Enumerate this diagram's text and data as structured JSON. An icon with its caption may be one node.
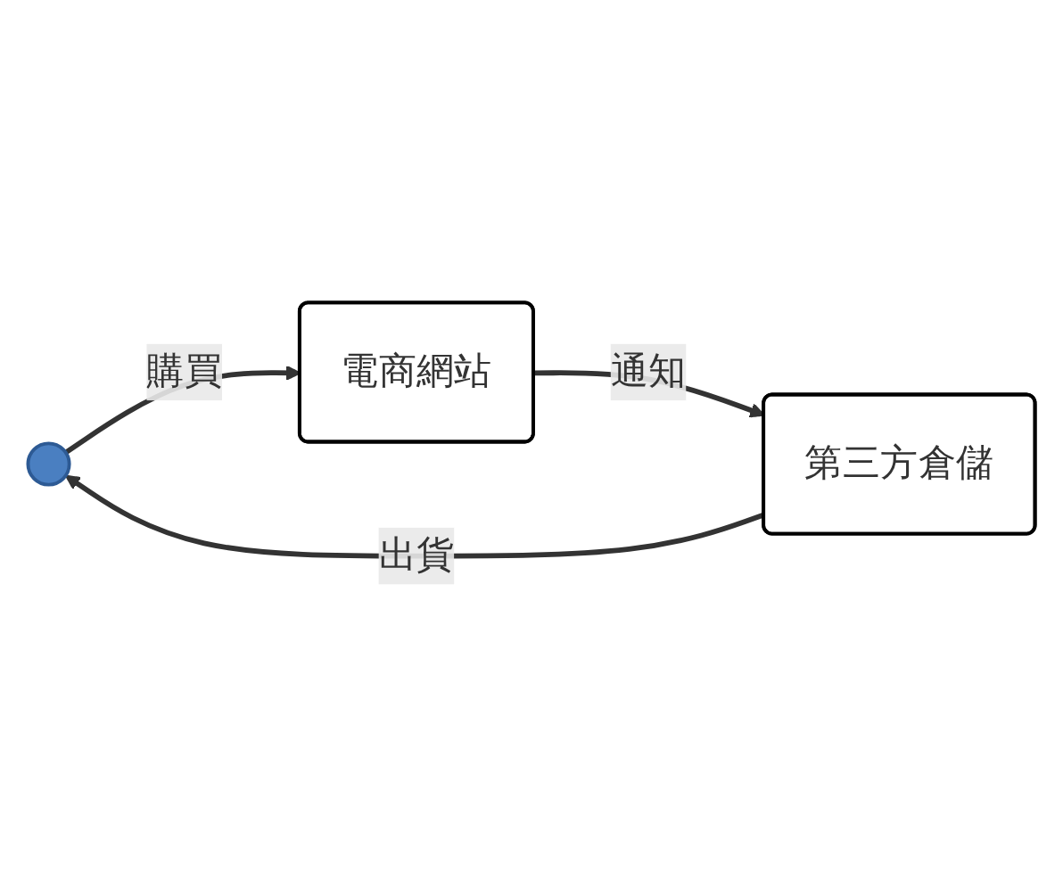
{
  "diagram": {
    "nodes": [
      {
        "text": [],
        "shape": "person"
      },
      {
        "text": [
          "電商網站"
        ]
      },
      {
        "text": [
          "第三方倉儲"
        ]
      }
    ],
    "edges": [
      {
        "from": 0,
        "to": 1,
        "arrow": "to",
        "label": "購買"
      },
      {
        "from": 1,
        "to": 2,
        "arrow": "to",
        "label": "通知"
      },
      {
        "from": 2,
        "to": 0,
        "arrow": "to",
        "label": "出貨"
      }
    ]
  }
}
